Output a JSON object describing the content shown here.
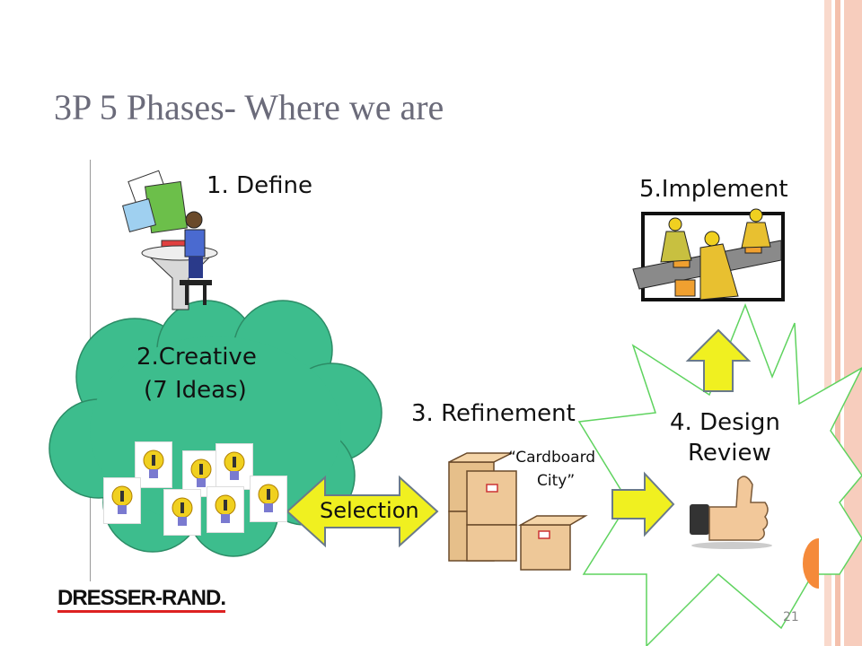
{
  "slide": {
    "title": "3P 5 Phases- Where we are",
    "page_number": "21"
  },
  "phases": {
    "define": "1. Define",
    "creative_line1": "2.Creative",
    "creative_line2": "(7 Ideas)",
    "refinement": "3. Refinement",
    "design_review_line1": "4. Design",
    "design_review_line2": "Review",
    "implement": "5.Implement"
  },
  "arrows": {
    "selection": "Selection"
  },
  "notes": {
    "cardboard_line1": "“Cardboard",
    "cardboard_line2": "City”"
  },
  "logo": {
    "text": "DRESSER-RAND."
  },
  "colors": {
    "cloud": "#3dbd8d",
    "arrow": "#f0f020",
    "burst_outline": "#5fd35f",
    "stripe": "#f4c0ac",
    "title": "#6b6b7a"
  }
}
